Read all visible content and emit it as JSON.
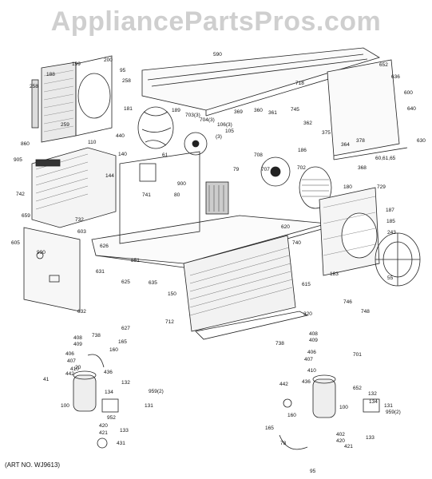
{
  "watermark": "AppliancePartsPros.com",
  "art_number": "(ART NO. WJ9613)",
  "parts": [
    {
      "id": "p590",
      "text": "590"
    },
    {
      "id": "p200",
      "text": "200"
    },
    {
      "id": "p199",
      "text": "199"
    },
    {
      "id": "p188",
      "text": "188"
    },
    {
      "id": "p95",
      "text": "95"
    },
    {
      "id": "p258a",
      "text": "258"
    },
    {
      "id": "p258b",
      "text": "258"
    },
    {
      "id": "p259",
      "text": "259"
    },
    {
      "id": "p181",
      "text": "181"
    },
    {
      "id": "p189",
      "text": "189"
    },
    {
      "id": "p703",
      "text": "703(3)"
    },
    {
      "id": "p704",
      "text": "704(3)"
    },
    {
      "id": "p106",
      "text": "106(3)"
    },
    {
      "id": "p105",
      "text": "105"
    },
    {
      "id": "p3",
      "text": "(3)"
    },
    {
      "id": "p440",
      "text": "440"
    },
    {
      "id": "p860",
      "text": "860"
    },
    {
      "id": "p110",
      "text": "110"
    },
    {
      "id": "p905",
      "text": "905"
    },
    {
      "id": "p140",
      "text": "140"
    },
    {
      "id": "p61",
      "text": "61"
    },
    {
      "id": "p742",
      "text": "742"
    },
    {
      "id": "p144",
      "text": "144"
    },
    {
      "id": "p741",
      "text": "741"
    },
    {
      "id": "p900",
      "text": "900"
    },
    {
      "id": "p80",
      "text": "80"
    },
    {
      "id": "p79",
      "text": "79"
    },
    {
      "id": "p707",
      "text": "707"
    },
    {
      "id": "p708",
      "text": "708"
    },
    {
      "id": "p702",
      "text": "702"
    },
    {
      "id": "p180",
      "text": "180"
    },
    {
      "id": "p729",
      "text": "729"
    },
    {
      "id": "p718",
      "text": "718"
    },
    {
      "id": "p369",
      "text": "369"
    },
    {
      "id": "p360",
      "text": "360"
    },
    {
      "id": "p361",
      "text": "361"
    },
    {
      "id": "p745",
      "text": "745"
    },
    {
      "id": "p362",
      "text": "362"
    },
    {
      "id": "p375",
      "text": "375"
    },
    {
      "id": "p186",
      "text": "186"
    },
    {
      "id": "p364",
      "text": "364"
    },
    {
      "id": "p378",
      "text": "378"
    },
    {
      "id": "p368",
      "text": "368"
    },
    {
      "id": "p606065",
      "text": "60,61,65"
    },
    {
      "id": "p652",
      "text": "652"
    },
    {
      "id": "p636",
      "text": "636"
    },
    {
      "id": "p600",
      "text": "600"
    },
    {
      "id": "p640",
      "text": "640"
    },
    {
      "id": "p630",
      "text": "630"
    },
    {
      "id": "p659",
      "text": "659"
    },
    {
      "id": "p732",
      "text": "732"
    },
    {
      "id": "p603",
      "text": "603"
    },
    {
      "id": "p605",
      "text": "605"
    },
    {
      "id": "p990",
      "text": "990"
    },
    {
      "id": "p626",
      "text": "626"
    },
    {
      "id": "p631",
      "text": "631"
    },
    {
      "id": "p625",
      "text": "625"
    },
    {
      "id": "p632",
      "text": "632"
    },
    {
      "id": "p851",
      "text": "851"
    },
    {
      "id": "p635",
      "text": "635"
    },
    {
      "id": "p627",
      "text": "627"
    },
    {
      "id": "p150",
      "text": "150"
    },
    {
      "id": "p712",
      "text": "712"
    },
    {
      "id": "p620",
      "text": "620"
    },
    {
      "id": "p740",
      "text": "740"
    },
    {
      "id": "p615",
      "text": "615"
    },
    {
      "id": "p320",
      "text": "320"
    },
    {
      "id": "p746",
      "text": "746"
    },
    {
      "id": "p748",
      "text": "748"
    },
    {
      "id": "p187",
      "text": "187"
    },
    {
      "id": "p185",
      "text": "185"
    },
    {
      "id": "p243",
      "text": "243"
    },
    {
      "id": "p183",
      "text": "183"
    },
    {
      "id": "p55",
      "text": "55"
    },
    {
      "id": "p738a",
      "text": "738"
    },
    {
      "id": "p408a",
      "text": "408"
    },
    {
      "id": "p409a",
      "text": "409"
    },
    {
      "id": "p406a",
      "text": "406"
    },
    {
      "id": "p407a",
      "text": "407"
    },
    {
      "id": "p410a",
      "text": "410"
    },
    {
      "id": "p165a",
      "text": "165"
    },
    {
      "id": "p160a",
      "text": "160"
    },
    {
      "id": "p41",
      "text": "41"
    },
    {
      "id": "p436a",
      "text": "436"
    },
    {
      "id": "p442a",
      "text": "442"
    },
    {
      "id": "p20a",
      "text": "20"
    },
    {
      "id": "p132a",
      "text": "132"
    },
    {
      "id": "p134a",
      "text": "134"
    },
    {
      "id": "p100a",
      "text": "100"
    },
    {
      "id": "p959a",
      "text": "959(2)"
    },
    {
      "id": "p131a",
      "text": "131"
    },
    {
      "id": "p952",
      "text": "952"
    },
    {
      "id": "p133a",
      "text": "133"
    },
    {
      "id": "p420a",
      "text": "420"
    },
    {
      "id": "p421a",
      "text": "421"
    },
    {
      "id": "p431a",
      "text": "431"
    },
    {
      "id": "p738b",
      "text": "738"
    },
    {
      "id": "p408b",
      "text": "408"
    },
    {
      "id": "p409b",
      "text": "409"
    },
    {
      "id": "p406b",
      "text": "406"
    },
    {
      "id": "p407b",
      "text": "407"
    },
    {
      "id": "p410b",
      "text": "410"
    },
    {
      "id": "p701",
      "text": "701"
    },
    {
      "id": "p442b",
      "text": "442"
    },
    {
      "id": "p436b",
      "text": "436"
    },
    {
      "id": "p652b",
      "text": "652"
    },
    {
      "id": "p132b",
      "text": "132"
    },
    {
      "id": "p100b",
      "text": "100"
    },
    {
      "id": "p134b",
      "text": "134"
    },
    {
      "id": "p131b",
      "text": "131"
    },
    {
      "id": "p959b",
      "text": "959(2)"
    },
    {
      "id": "p160b",
      "text": "160"
    },
    {
      "id": "p165b",
      "text": "165"
    },
    {
      "id": "p402",
      "text": "402"
    },
    {
      "id": "p420b",
      "text": "420"
    },
    {
      "id": "p421b",
      "text": "421"
    },
    {
      "id": "p133b",
      "text": "133"
    },
    {
      "id": "p78",
      "text": "78"
    },
    {
      "id": "p95b",
      "text": "95"
    }
  ]
}
